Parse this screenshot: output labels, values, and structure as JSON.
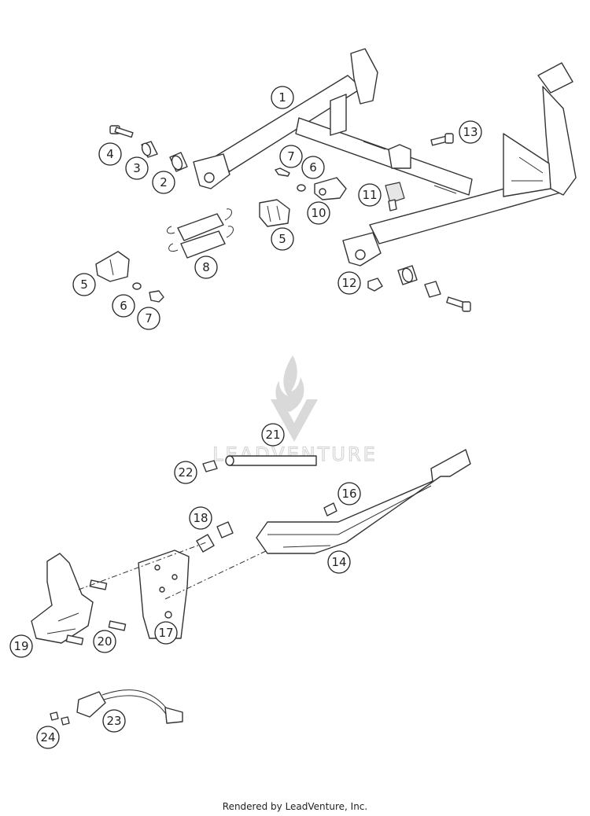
{
  "watermark": {
    "brand": "LEADVENTURE",
    "logo_icon": "flame-v-logo-icon"
  },
  "footer": {
    "credit": "Rendered by LeadVenture, Inc."
  },
  "callouts": [
    {
      "id": "c1",
      "label": "1"
    },
    {
      "id": "c2",
      "label": "2"
    },
    {
      "id": "c3",
      "label": "3"
    },
    {
      "id": "c4",
      "label": "4"
    },
    {
      "id": "c5a",
      "label": "5"
    },
    {
      "id": "c5b",
      "label": "5"
    },
    {
      "id": "c6a",
      "label": "6"
    },
    {
      "id": "c6b",
      "label": "6"
    },
    {
      "id": "c7a",
      "label": "7"
    },
    {
      "id": "c7b",
      "label": "7"
    },
    {
      "id": "c8",
      "label": "8"
    },
    {
      "id": "c10",
      "label": "10"
    },
    {
      "id": "c11",
      "label": "11"
    },
    {
      "id": "c12",
      "label": "12"
    },
    {
      "id": "c13",
      "label": "13"
    },
    {
      "id": "c14",
      "label": "14"
    },
    {
      "id": "c16",
      "label": "16"
    },
    {
      "id": "c17",
      "label": "17"
    },
    {
      "id": "c18",
      "label": "18"
    },
    {
      "id": "c19",
      "label": "19"
    },
    {
      "id": "c20",
      "label": "20"
    },
    {
      "id": "c21",
      "label": "21"
    },
    {
      "id": "c22",
      "label": "22"
    },
    {
      "id": "c23",
      "label": "23"
    },
    {
      "id": "c24",
      "label": "24"
    }
  ]
}
